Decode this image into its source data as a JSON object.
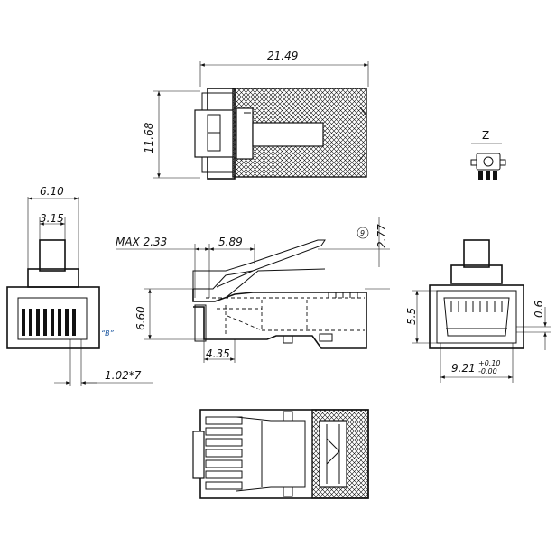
{
  "dimensions": {
    "overall_length": "21.49",
    "height": "11.68",
    "width": "6.10",
    "tab_width": "3.15",
    "max_thickness": "MAX 2.33",
    "tab_length": "5.89",
    "latch_height": "2.77",
    "body_height": "6.60",
    "nose_length": "4.35",
    "pitch": "1.02*7",
    "opening_height": "5.5",
    "clearance": "0.6",
    "opening_width": "9.21",
    "opening_width_tol_upper": "+0.10",
    "opening_width_tol_lower": "-0.00"
  },
  "labels": {
    "view_z": "Z",
    "detail_b": "“B”",
    "note_9": "9"
  },
  "colors": {
    "line": "#111111",
    "background": "#ffffff"
  }
}
